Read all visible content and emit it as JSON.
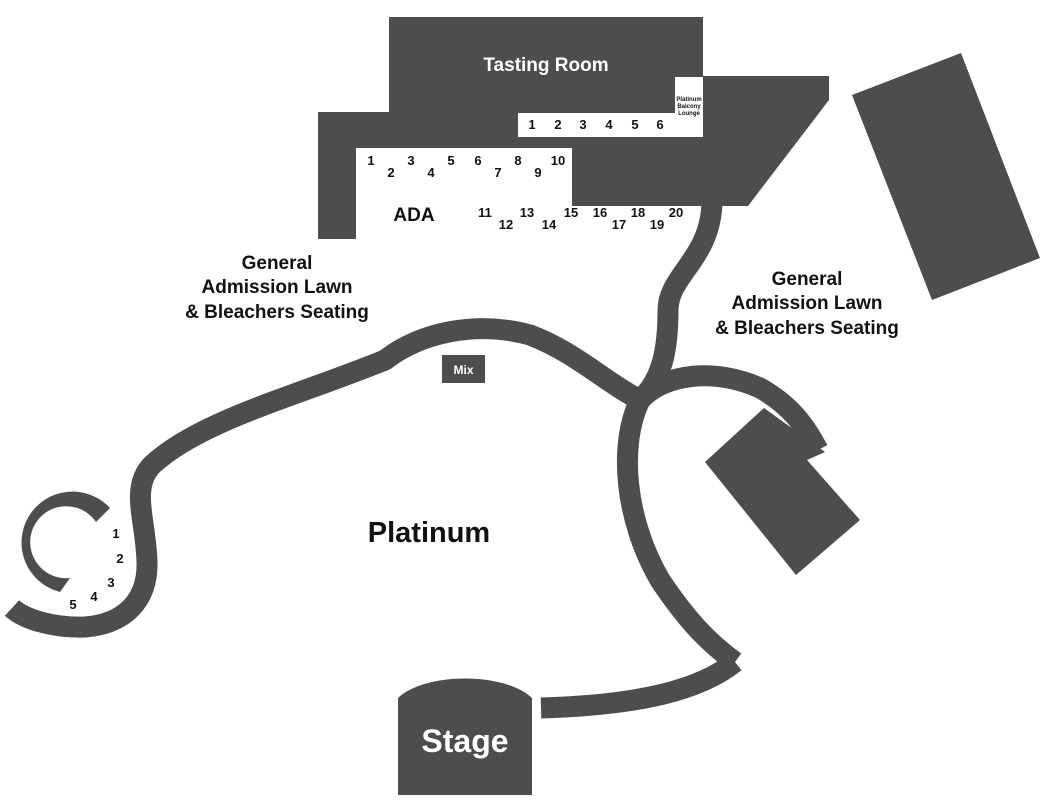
{
  "colors": {
    "shape": "#4d4d4d",
    "background": "#ffffff",
    "label_dark": "#111111",
    "label_light": "#ffffff"
  },
  "labels": {
    "tasting_room": "Tasting Room",
    "balcony_line1": "Platinum",
    "balcony_line2": "Balcony",
    "balcony_line3": "Lounge",
    "ada": "ADA",
    "ga_left_line1": "General",
    "ga_left_line2": "Admission Lawn",
    "ga_left_line3": "& Bleachers Seating",
    "ga_right_line1": "General",
    "ga_right_line2": "Admission Lawn",
    "ga_right_line3": "& Bleachers Seating",
    "mix": "Mix",
    "platinum": "Platinum",
    "stage": "Stage"
  },
  "balcony_boxes": [
    "1",
    "2",
    "3",
    "4",
    "5",
    "6"
  ],
  "upper_boxes": [
    "1",
    "2",
    "3",
    "4",
    "5",
    "6",
    "7",
    "8",
    "9",
    "10"
  ],
  "lower_boxes": [
    "11",
    "12",
    "13",
    "14",
    "15",
    "16",
    "17",
    "18",
    "19",
    "20"
  ],
  "circle_boxes": [
    "1",
    "2",
    "3",
    "4",
    "5"
  ]
}
